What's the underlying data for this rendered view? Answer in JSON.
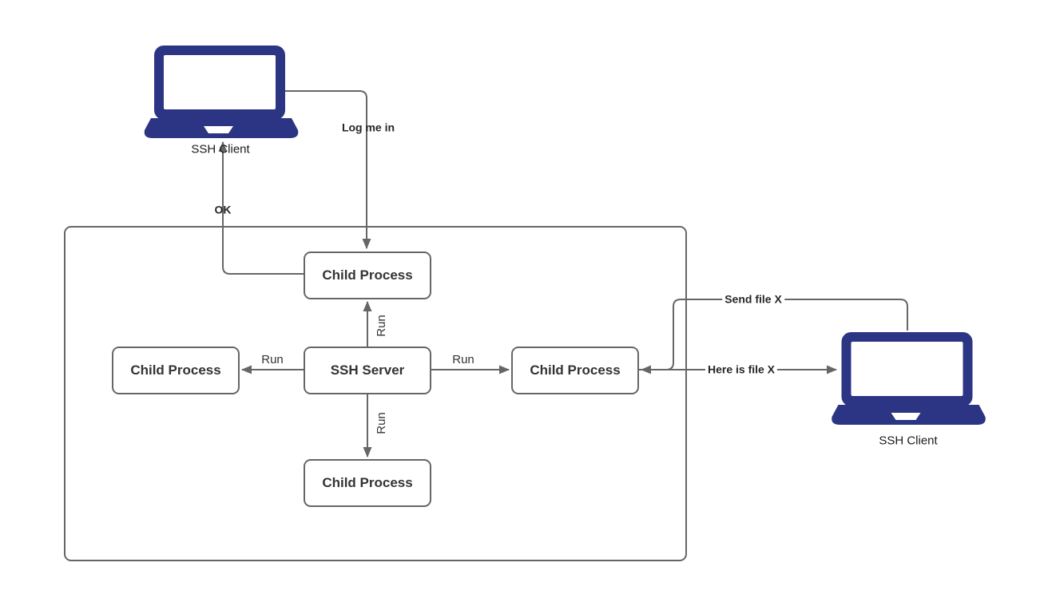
{
  "diagram": {
    "clients": {
      "left_label": "SSH Client",
      "right_label": "SSH Client"
    },
    "nodes": {
      "server": "SSH Server",
      "child_top": "Child Process",
      "child_left": "Child Process",
      "child_right": "Child Process",
      "child_bottom": "Child Process"
    },
    "edge_labels": {
      "log_me_in": "Log me in",
      "ok": "OK",
      "run_up": "Run",
      "run_left": "Run",
      "run_right": "Run",
      "run_down": "Run",
      "send_file": "Send file X",
      "here_is_file": "Here is file X"
    },
    "colors": {
      "laptop_fill": "#2c3484",
      "connector_line": "#666666",
      "box_border": "#666666",
      "box_text": "#333333",
      "label_text": "#262626",
      "background": "#ffffff"
    }
  }
}
